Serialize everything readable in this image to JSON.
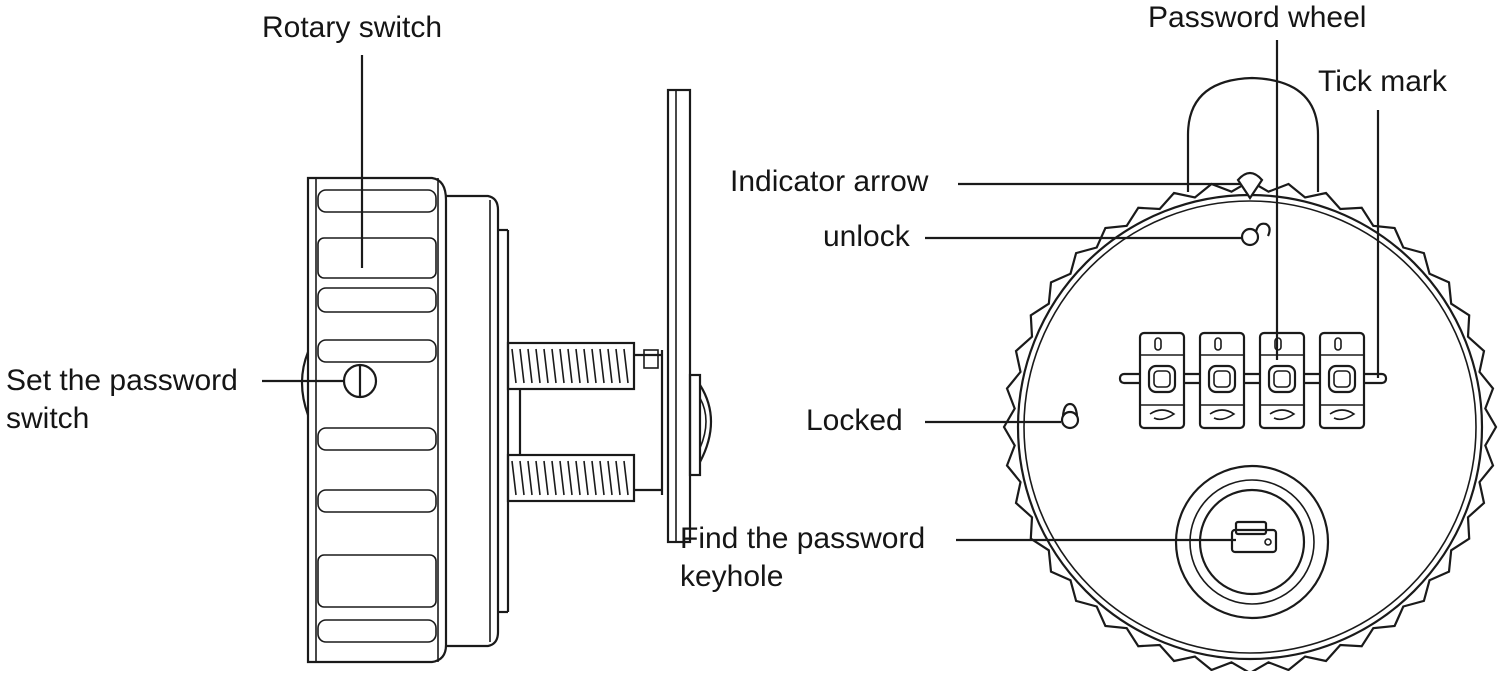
{
  "labels": {
    "rotary_switch": "Rotary switch",
    "set_password_line1": "Set the password",
    "set_password_line2": "switch",
    "password_wheel": "Password wheel",
    "tick_mark": "Tick mark",
    "indicator_arrow": "Indicator arrow",
    "unlock": "unlock",
    "locked": "Locked",
    "find_password_line1": "Find the password",
    "find_password_line2": "keyhole"
  },
  "icons": [
    "unlock-icon",
    "lock-icon",
    "keyhole-icon",
    "indicator-arrow-icon"
  ],
  "line_color": "#1a1a1a",
  "background": "#ffffff"
}
